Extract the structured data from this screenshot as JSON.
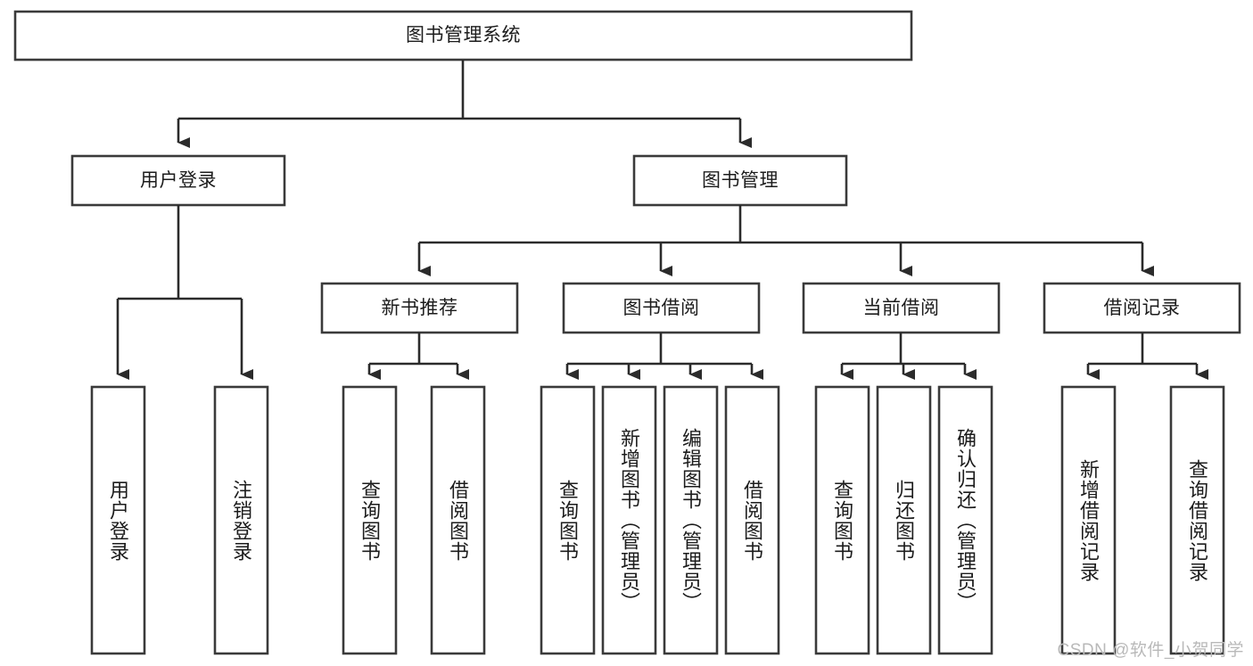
{
  "diagram": {
    "type": "tree-hierarchy",
    "title": "图书管理系统",
    "colors": {
      "background": "#ffffff",
      "box_border": "#3a3a3a",
      "connector": "#2b2b2b",
      "text": "#1c1c1c",
      "watermark": "#b9b9b9"
    },
    "root": {
      "label": "图书管理系统"
    },
    "level2": [
      {
        "label": "用户登录"
      },
      {
        "label": "图书管理"
      }
    ],
    "level3": [
      {
        "label": "新书推荐"
      },
      {
        "label": "图书借阅"
      },
      {
        "label": "当前借阅"
      },
      {
        "label": "借阅记录"
      }
    ],
    "leaves": {
      "user_login": [
        {
          "label": "用户登录"
        },
        {
          "label": "注销登录"
        }
      ],
      "new_book_recommend": [
        {
          "label": "查询图书"
        },
        {
          "label": "借阅图书"
        }
      ],
      "book_borrow": [
        {
          "label": "查询图书"
        },
        {
          "label": "新增图书（管理员）"
        },
        {
          "label": "编辑图书（管理员）"
        },
        {
          "label": "借阅图书"
        }
      ],
      "current_borrow": [
        {
          "label": "查询图书"
        },
        {
          "label": "归还图书"
        },
        {
          "label": "确认归还（管理员）"
        }
      ],
      "borrow_records": [
        {
          "label": "新增借阅记录"
        },
        {
          "label": "查询借阅记录"
        }
      ]
    },
    "watermark": "CSDN @软件_小贺同学"
  }
}
